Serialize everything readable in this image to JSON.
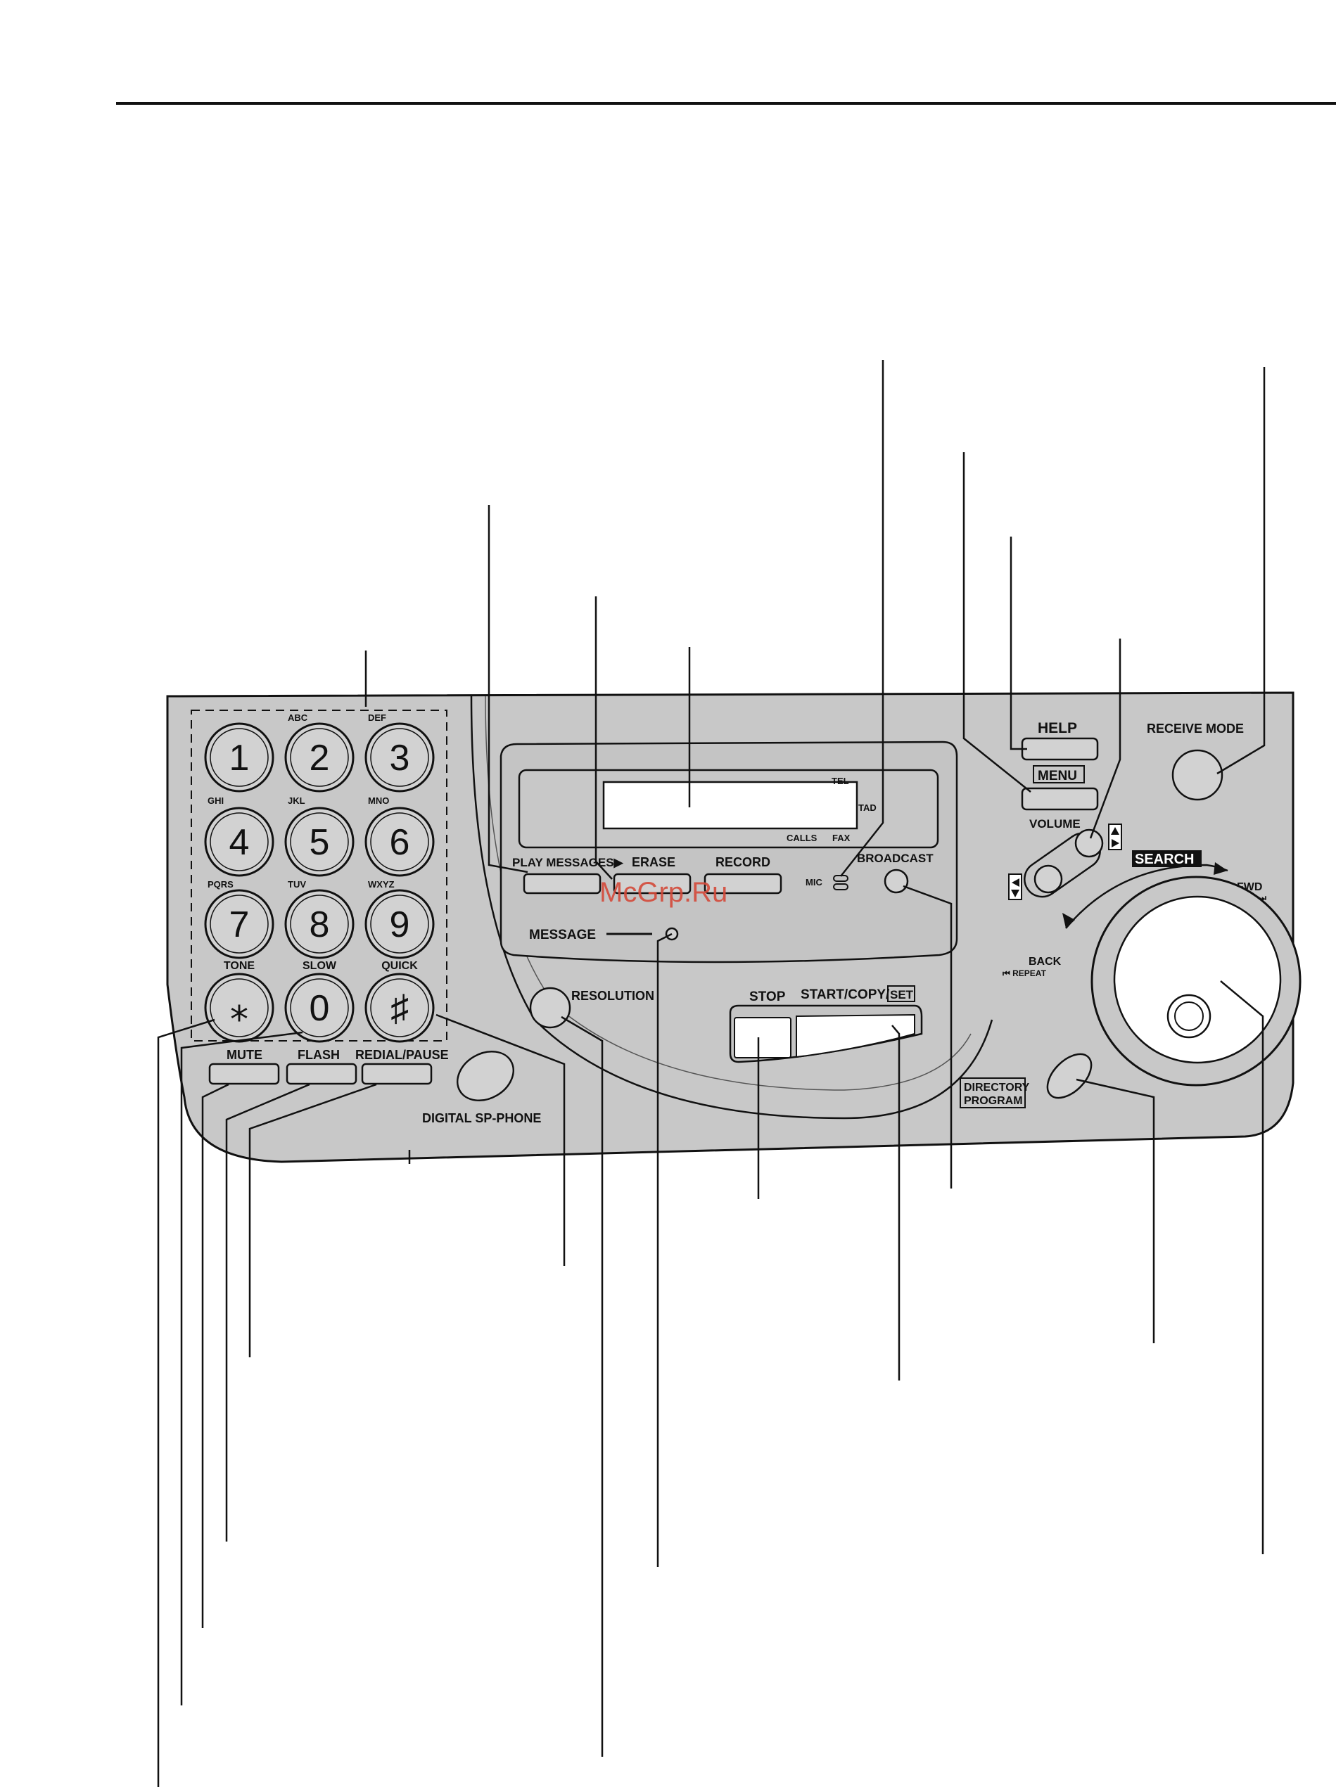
{
  "keypad": {
    "keys": [
      {
        "digit": "1",
        "letters": ""
      },
      {
        "digit": "2",
        "letters": "ABC"
      },
      {
        "digit": "3",
        "letters": "DEF"
      },
      {
        "digit": "4",
        "letters": "GHI"
      },
      {
        "digit": "5",
        "letters": "JKL"
      },
      {
        "digit": "6",
        "letters": "MNO"
      },
      {
        "digit": "7",
        "letters": "PQRS"
      },
      {
        "digit": "8",
        "letters": "TUV"
      },
      {
        "digit": "9",
        "letters": "WXYZ"
      },
      {
        "digit": "⁎",
        "letters": "TONE"
      },
      {
        "digit": "0",
        "letters": "SLOW"
      },
      {
        "digit": "♯",
        "letters": "QUICK"
      }
    ]
  },
  "buttons": {
    "mute": "MUTE",
    "flash": "FLASH",
    "redial": "REDIAL/PAUSE",
    "sp_phone": "DIGITAL SP-PHONE",
    "play_messages": "PLAY MESSAGES▶",
    "erase": "ERASE",
    "record": "RECORD",
    "broadcast": "BROADCAST",
    "resolution": "RESOLUTION",
    "stop": "STOP",
    "start_copy": "START/COPY/",
    "set": "SET",
    "help": "HELP",
    "menu": "MENU",
    "volume": "VOLUME",
    "receive_mode": "RECEIVE MODE",
    "directory_line1": "DIRECTORY",
    "directory_line2": "PROGRAM"
  },
  "display": {
    "tel": "TEL",
    "tad": "TAD",
    "calls": "CALLS",
    "fax": "FAX",
    "mic": "MIC",
    "message": "MESSAGE"
  },
  "dial": {
    "search": "SEARCH",
    "fwd": "FWD",
    "skip": "SKIP ⏭",
    "back": "BACK",
    "repeat": "⏮ REPEAT"
  },
  "watermark": "McGrp.Ru",
  "colors": {
    "panel": "#c8c8c8",
    "key": "#d2d2d2",
    "line": "#111111",
    "watermark": "#d44a3a"
  }
}
